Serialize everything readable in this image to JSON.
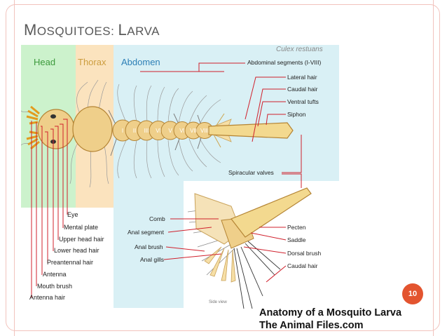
{
  "slide": {
    "title_cap1": "M",
    "title_rest1": "OSQUITOES: ",
    "title_cap2": "L",
    "title_rest2": "ARVA",
    "page_number": "10",
    "caption_line1": "Anatomy of a Mosquito Larva",
    "caption_line2": "The Animal Files.com"
  },
  "figure": {
    "species": "Culex restuans",
    "region_labels": {
      "head": "Head",
      "thorax": "Thorax",
      "abdomen": "Abdomen"
    },
    "segment_numerals": [
      "I",
      "II",
      "III",
      "VI",
      "V",
      "VI",
      "VII",
      "VIII"
    ],
    "right_labels": [
      "Abdominal segments (I-VIII)",
      "Lateral hair",
      "Caudal hair",
      "Ventral tufts",
      "Siphon"
    ],
    "spiracular_label": "Spiracular valves",
    "left_labels": [
      "Eye",
      "Mental plate",
      "Upper head hair",
      "Lower head hair",
      "Preantennal hair",
      "Antenna",
      "Mouth brush",
      "Antenna hair"
    ],
    "inset_left_labels": [
      "Comb",
      "Anal segment",
      "Anal brush",
      "Anal gills"
    ],
    "inset_right_labels": [
      "Pecten",
      "Saddle",
      "Dorsal brush",
      "Caudal hair"
    ],
    "inset_note": "Side view",
    "colors": {
      "head_band": "#ccf2cc",
      "thorax_band": "#fbe3be",
      "abdomen_band": "#d9f0f5",
      "body": "#efcf8a",
      "body_outline": "#b48434",
      "label_line": "#d0202c",
      "head_text": "#3c9a3c",
      "thorax_text": "#cc9d3e",
      "abdomen_text": "#2d7fb6",
      "page_badge": "#e3542f"
    }
  }
}
